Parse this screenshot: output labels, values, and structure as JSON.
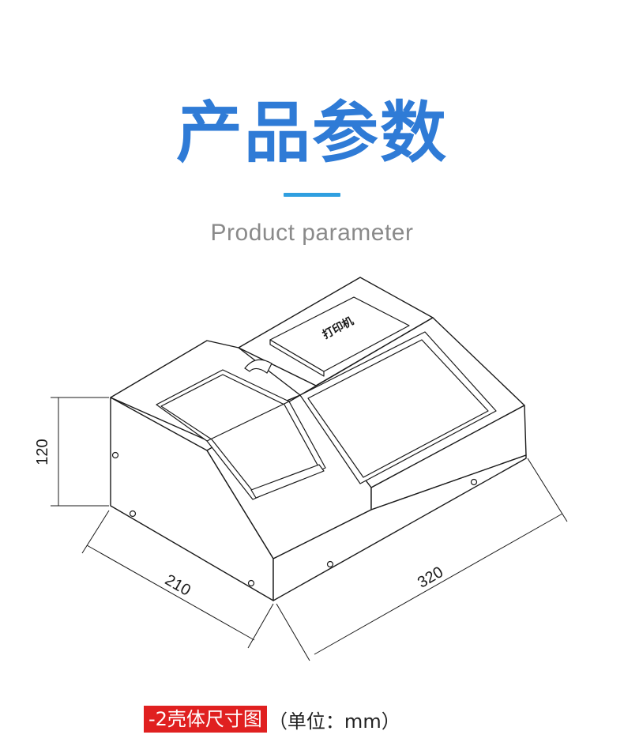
{
  "header": {
    "title_cn": "产品参数",
    "title_en": "Product parameter"
  },
  "drawing": {
    "device_label": "打印机",
    "dimensions": {
      "height": "120",
      "depth": "210",
      "width": "320"
    }
  },
  "caption": {
    "tag": "-2壳体尺寸图",
    "unit": "（单位：mm）"
  },
  "colors": {
    "title": "#2f7bd6",
    "accent_bar": "#2f9fe0",
    "caption_tag": "#e02020"
  }
}
